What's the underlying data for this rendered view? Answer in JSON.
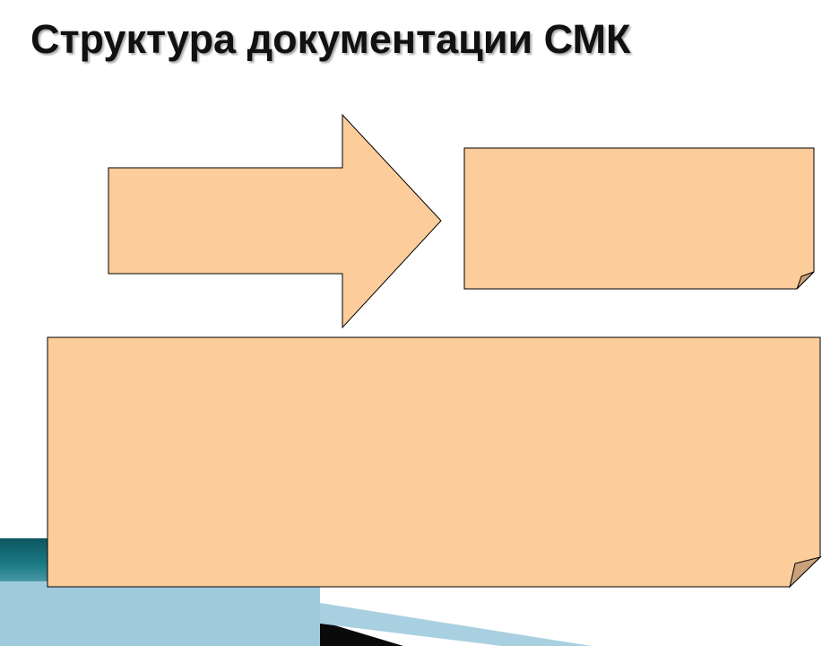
{
  "slide": {
    "title": "Структура документации СМК"
  },
  "colors": {
    "shape_fill": "#fccc9a",
    "shape_fold": "#c9a27a",
    "outline": "#000000",
    "deco_teal_dark": "#0f5e66",
    "deco_teal_light": "#9fcadc",
    "deco_black": "#0a0a0a"
  },
  "diagram": {
    "arrow": {
      "icon": "right-arrow-shape",
      "text": ""
    },
    "top_right_box": {
      "icon": "folded-note-shape",
      "text": ""
    },
    "bottom_box": {
      "icon": "folded-note-shape",
      "text": ""
    }
  }
}
